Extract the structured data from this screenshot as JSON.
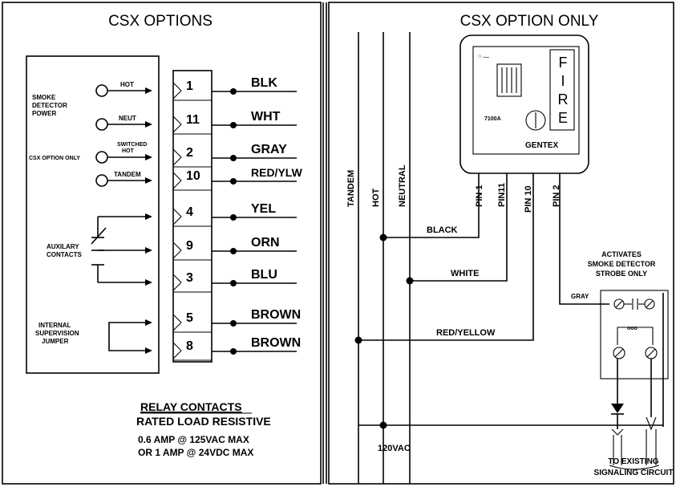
{
  "left_panel": {
    "title": "CSX OPTIONS",
    "inputs": [
      {
        "label": "SMOKE\nDETECTOR\nPOWER",
        "tag": "HOT"
      },
      {
        "tag": "NEUT"
      },
      {
        "label": "CSX OPTION ONLY",
        "tag": "SWITCHED\nHOT"
      },
      {
        "tag": "TANDEM"
      }
    ],
    "auxiliary_label": "AUXILARY\nCONTACTS",
    "supervision_label": "INTERNAL\nSUPERVISION\nJUMPER",
    "terminals": [
      {
        "number": "1",
        "wire": "BLK"
      },
      {
        "number": "11",
        "wire": "WHT"
      },
      {
        "number": "2",
        "wire": "GRAY"
      },
      {
        "number": "10",
        "wire": "RED/YLW"
      },
      {
        "number": "4",
        "wire": "YEL"
      },
      {
        "number": "9",
        "wire": "ORN"
      },
      {
        "number": "3",
        "wire": "BLU"
      },
      {
        "number": "5",
        "wire": "BROWN"
      },
      {
        "number": "8",
        "wire": "BROWN"
      }
    ],
    "relay_note": {
      "heading": "RELAY CONTACTS",
      "line1": "RATED LOAD RESISTIVE",
      "line2": "0.6 AMP @ 125VAC MAX",
      "line3": "OR 1 AMP @ 24VDC MAX"
    }
  },
  "right_panel": {
    "title": "CSX OPTION ONLY",
    "bus_labels": [
      "TANDEM",
      "HOT",
      "NEUTRAL"
    ],
    "pins": [
      "PIN 1",
      "PIN11",
      "PIN 10",
      "PIN 2"
    ],
    "wire_labels": {
      "black": "BLACK",
      "white": "WHITE",
      "red_yellow": "RED/YELLOW",
      "gray": "GRAY"
    },
    "detector": {
      "brand": "GENTEX",
      "fire_letters": [
        "F",
        "I",
        "R",
        "E"
      ],
      "model": "7100A"
    },
    "strobe_note": "ACTIVATES\nSMOKE DETECTOR\nSTROBE ONLY",
    "supply_label": "120VAC",
    "existing_circuit": "TO EXISTING\nSIGNALING CIRCUIT"
  }
}
